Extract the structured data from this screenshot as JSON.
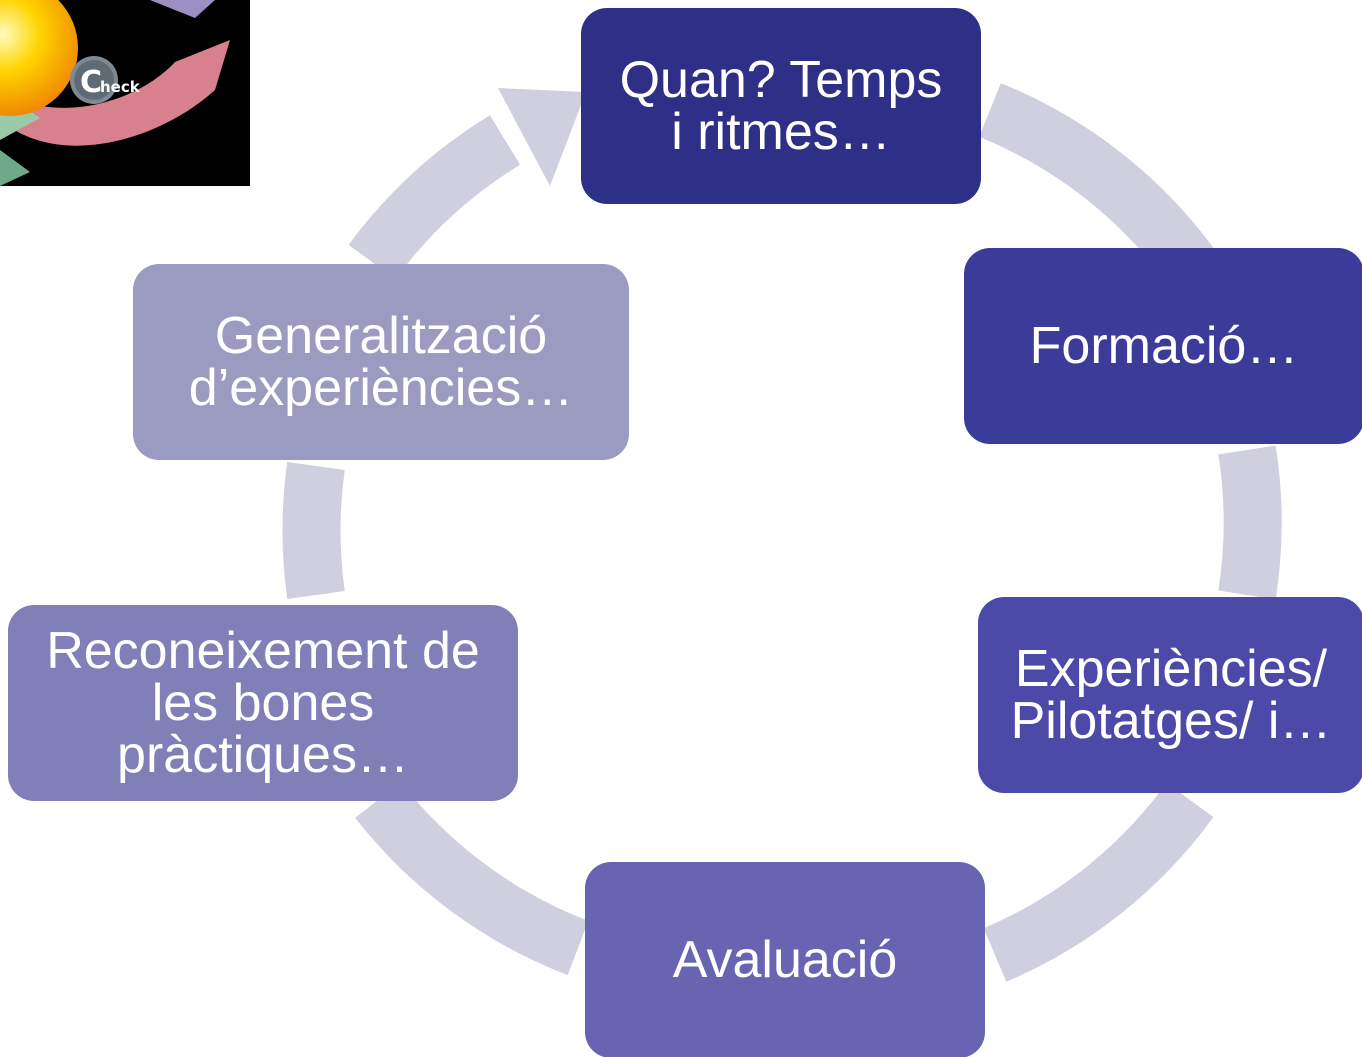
{
  "cycle_steps": [
    {
      "label": "Quan? Temps\ni ritmes…"
    },
    {
      "label": "Formació…"
    },
    {
      "label": "Experiències/\nPilotatges/ i…"
    },
    {
      "label": "Avaluació"
    },
    {
      "label": "Reconeixement de\nles bones\npràctiques…"
    },
    {
      "label": "Generalització\nd’experiències…"
    }
  ],
  "logo": {
    "text_initial": "C",
    "text_rest": "heck"
  },
  "colors": {
    "ring": "#cfcfe0",
    "step_1": "#2e2f86",
    "step_2": "#3b3c9a",
    "step_3": "#4b4aa9",
    "step_4": "#6765b2",
    "step_5": "#807fb7",
    "step_6": "#9b9bc2"
  }
}
